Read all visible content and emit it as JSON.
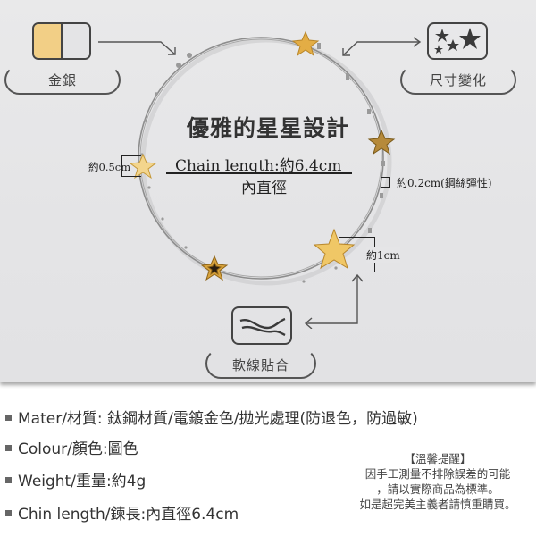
{
  "features": {
    "color_option": {
      "label": "金銀",
      "swatches": [
        "#f2cf86",
        "#e4e4e6"
      ]
    },
    "size_option": {
      "label": "尺寸變化",
      "icon": "stars-icon"
    },
    "soft_wire": {
      "label": "軟線貼合",
      "icon": "wave-lines-icon"
    }
  },
  "product": {
    "headline": "優雅的星星設計",
    "chain_length": "Chain length:約6.4cm",
    "inner_diameter": "內直徑",
    "small_star_size": "約0.5cm",
    "wire_size": "約0.2cm(鋼絲彈性)",
    "large_star_size": "約1cm",
    "colors": {
      "gold": "#e8b94a",
      "wire": "#8d8d8d",
      "background": "#e6e6e8"
    }
  },
  "specs": [
    {
      "text": "Mater/材質: 鈦鋼材質/電鍍金色/拋光處理(防退色，防過敏)"
    },
    {
      "text": "Colour/顏色:圖色"
    },
    {
      "text": "Weight/重量:約4g"
    },
    {
      "text": "Chin length/鍊長:內直徑6.4cm"
    }
  ],
  "notice": {
    "title": "【溫馨提醒】",
    "lines": [
      "因手工測量不排除誤差的可能",
      "，請以實際商品為標準。",
      "如是超完美主義者請慎重購買。"
    ]
  }
}
